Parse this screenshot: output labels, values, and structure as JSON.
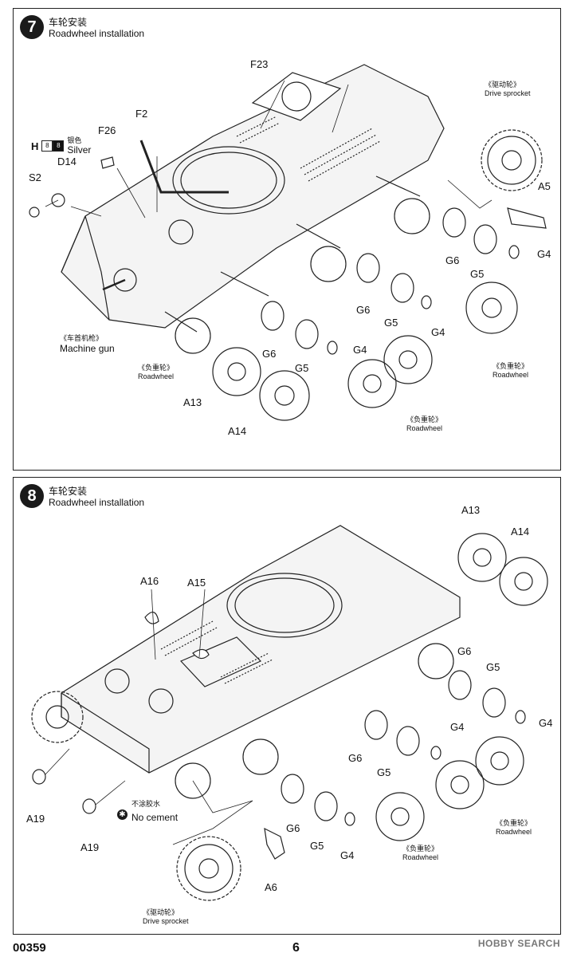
{
  "step7": {
    "number": "7",
    "title_cn": "车轮安装",
    "title_en": "Roadwheel installation",
    "paint": {
      "code_letter": "H",
      "swatch_a": "8",
      "swatch_b": "8",
      "color_cn": "银色",
      "color_en": "Silver"
    },
    "parts": {
      "f23": "F23",
      "f26": "F26",
      "f2": "F2",
      "d14": "D14",
      "s2": "S2",
      "a5": "A5",
      "g6_a": "G6",
      "g5_a": "G5",
      "g4_a": "G4",
      "g6_b": "G6",
      "g5_b": "G5",
      "g4_b": "G4",
      "g6_c": "G6",
      "g5_c": "G5",
      "g4_c": "G4",
      "a13": "A13",
      "a14": "A14"
    },
    "notes": {
      "drive_cn": "《驱动轮》",
      "drive_en": "Drive sprocket",
      "mg_cn": "《车首机枪》",
      "mg_en": "Machine gun",
      "rw1_cn": "《负重轮》",
      "rw1_en": "Roadwheel",
      "rw2_cn": "《负重轮》",
      "rw2_en": "Roadwheel",
      "rw3_cn": "《负重轮》",
      "rw3_en": "Roadwheel"
    }
  },
  "step8": {
    "number": "8",
    "title_cn": "车轮安装",
    "title_en": "Roadwheel installation",
    "parts": {
      "a13": "A13",
      "a14": "A14",
      "a16": "A16",
      "a15": "A15",
      "g6_a": "G6",
      "g5_a": "G5",
      "g4_a": "G4",
      "g4_a2": "G4",
      "g6_b": "G6",
      "g5_b": "G5",
      "g6_c": "G6",
      "g5_c": "G5",
      "g4_c": "G4",
      "a19_a": "A19",
      "a19_b": "A19",
      "a6": "A6"
    },
    "notes": {
      "nocement_cn": "不涂胶水",
      "nocement_en": "No cement",
      "rw1_cn": "《负重轮》",
      "rw1_en": "Roadwheel",
      "rw2_cn": "《负重轮》",
      "rw2_en": "Roadwheel",
      "drive_cn": "《驱动轮》",
      "drive_en": "Drive sprocket"
    }
  },
  "footer": {
    "code": "00359",
    "page": "6",
    "watermark": "HOBBY SEARCH"
  }
}
